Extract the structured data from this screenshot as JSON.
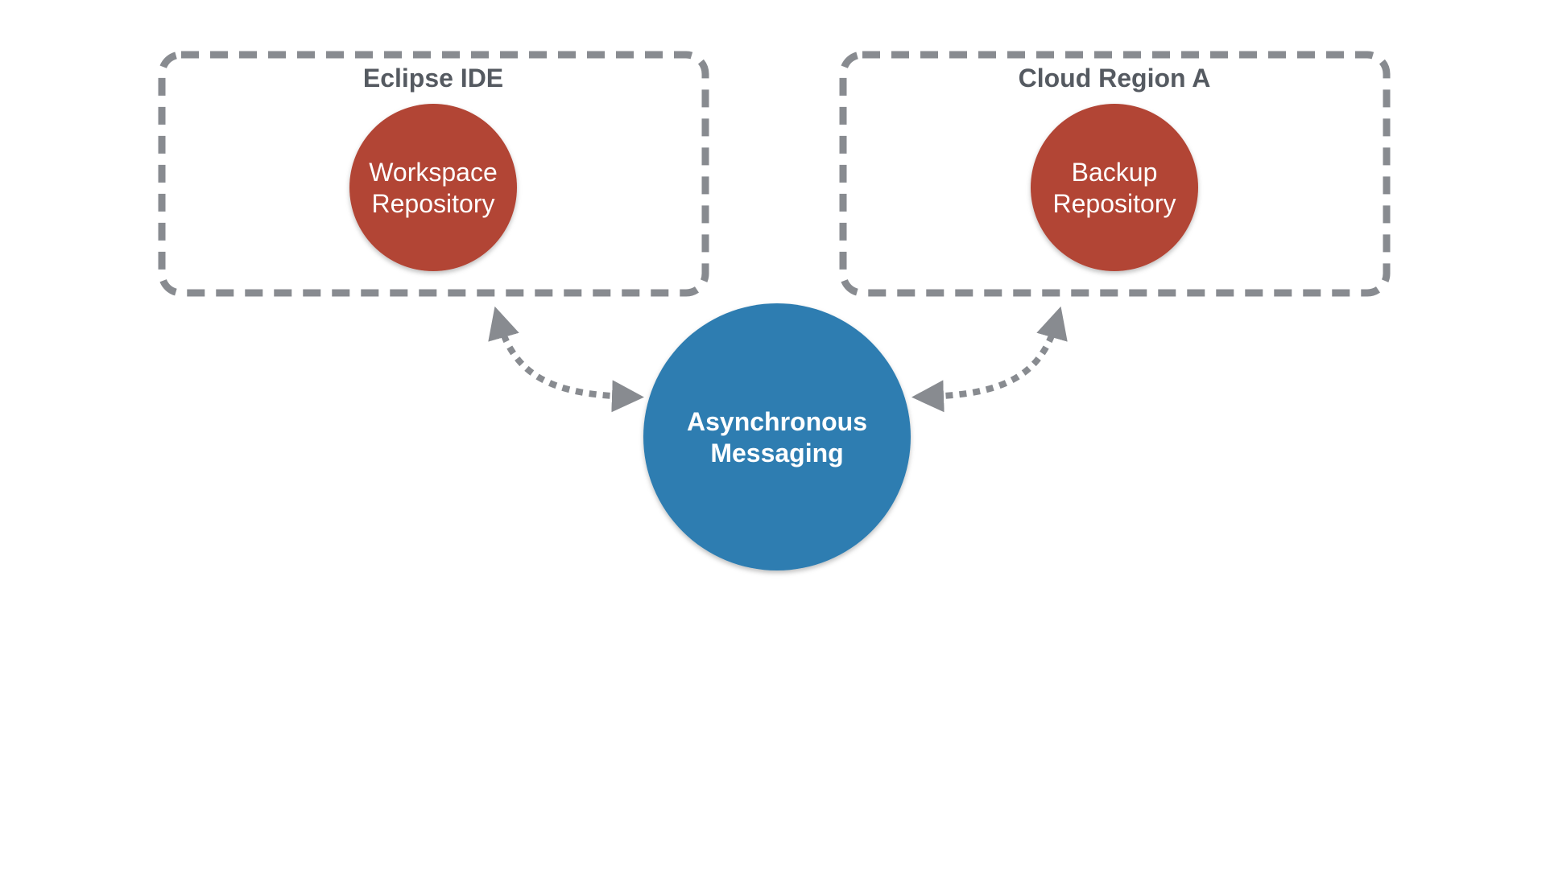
{
  "diagram": {
    "groups": [
      {
        "id": "eclipse-ide",
        "title": "Eclipse IDE"
      },
      {
        "id": "cloud-region-a",
        "title": "Cloud Region A"
      }
    ],
    "nodes": [
      {
        "id": "workspace-repository",
        "group": "eclipse-ide",
        "line1": "Workspace",
        "line2": "Repository",
        "color": "#b24434"
      },
      {
        "id": "backup-repository",
        "group": "cloud-region-a",
        "line1": "Backup",
        "line2": "Repository",
        "color": "#b24434"
      },
      {
        "id": "asynchronous-messaging",
        "line1": "Asynchronous",
        "line2": "Messaging",
        "color": "#2e7db1"
      }
    ],
    "edges": [
      {
        "from": "eclipse-ide",
        "to": "asynchronous-messaging",
        "direction": "bidirectional",
        "style": "dotted"
      },
      {
        "from": "cloud-region-a",
        "to": "asynchronous-messaging",
        "direction": "bidirectional",
        "style": "dotted"
      }
    ],
    "colors": {
      "group_border": "#888b90",
      "group_title": "#555a61",
      "connector": "#888b90",
      "repository_fill": "#b24434",
      "messaging_fill": "#2e7db1"
    }
  }
}
